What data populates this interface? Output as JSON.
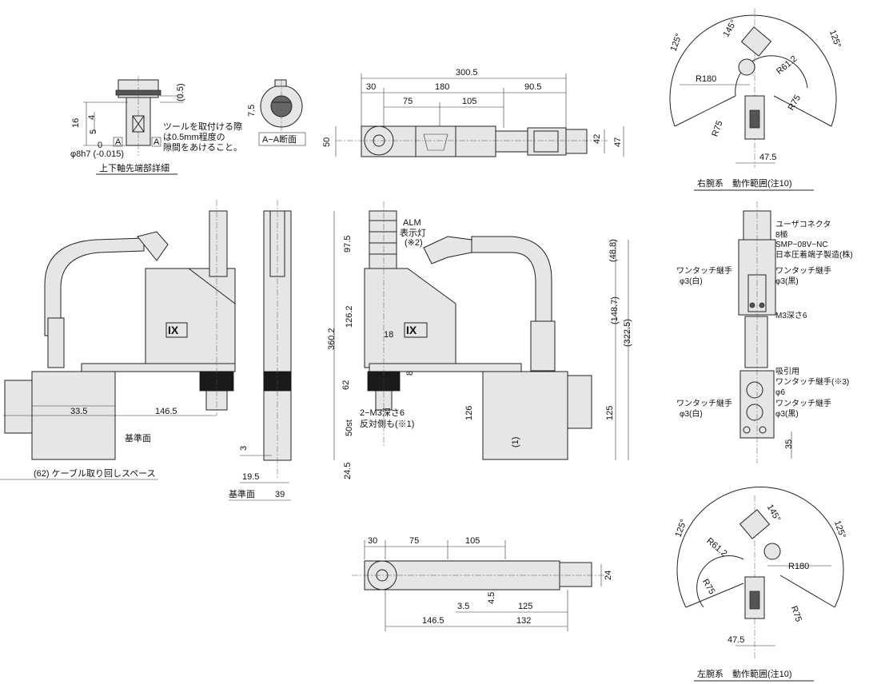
{
  "detail_tip": {
    "dims": [
      "16",
      "5",
      "4",
      "(0.5)",
      "φ8h7 (-0.015)",
      "0"
    ],
    "section_marks": [
      "A",
      "A"
    ],
    "note": [
      "ツールを取付ける際",
      "は0.5mm程度の",
      "隙間をあけること。"
    ],
    "caption": "上下軸先端部詳細"
  },
  "section_aa": {
    "dim": "7.5",
    "caption": "A−A断面"
  },
  "top_view": {
    "dims": [
      "300.5",
      "30",
      "180",
      "90.5",
      "75",
      "105",
      "50",
      "42",
      "47"
    ]
  },
  "right_arm": {
    "dims": [
      "125°",
      "145°",
      "125°",
      "R61.2",
      "R180",
      "R75",
      "R75",
      "47.5"
    ],
    "caption": "右腕系　動作範囲(注10)"
  },
  "left_arm": {
    "dims": [
      "125°",
      "145°",
      "125°",
      "R61.2",
      "R180",
      "R75",
      "R75",
      "47.5"
    ],
    "caption": "左腕系　動作範囲(注10)"
  },
  "front_left": {
    "dims": [
      "33.5",
      "146.5",
      "3",
      "19.5",
      "39"
    ],
    "labels": [
      "基準面",
      "基準面",
      "(62) ケーブル取り回しスペース"
    ],
    "logo": "IX"
  },
  "front_right": {
    "dims": [
      "97.5",
      "360.2",
      "126.2",
      "62",
      "50st",
      "24.5",
      "18",
      "8",
      "126",
      "125",
      "(1)",
      "(48.8)",
      "(148.7)",
      "(322.5)"
    ],
    "labels": [
      "ALM",
      "表示灯",
      "(※2)",
      "2−M3深さ6",
      "反対側も(※1)"
    ],
    "logo": "IX"
  },
  "side_view": {
    "labels": [
      "ユーザコネクタ",
      "8極",
      "SMP−08V−NC",
      "日本圧着端子製造(株)",
      "ワンタッチ継手",
      "φ3(白)",
      "ワンタッチ継手",
      "φ3(黒)",
      "M3深さ6",
      "吸引用",
      "ワンタッチ継手(※3)",
      "φ6",
      "ワンタッチ継手",
      "φ3(白)",
      "ワンタッチ継手",
      "φ3(黒)"
    ],
    "dims": [
      "35"
    ]
  },
  "bottom_view": {
    "dims": [
      "30",
      "75",
      "105",
      "24",
      "4.5",
      "3.5",
      "125",
      "146.5",
      "132"
    ]
  }
}
